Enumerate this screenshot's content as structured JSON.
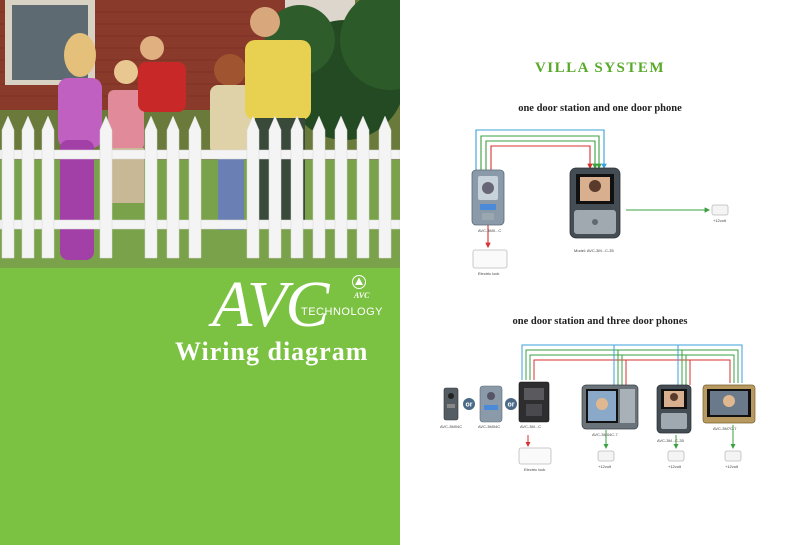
{
  "brand": {
    "logo_text": "AVC",
    "technology": "TECHNOLOGY",
    "mini": "AVC"
  },
  "cover_title": "Wiring diagram",
  "page_title": "VILLA  SYSTEM",
  "section1": {
    "title": "one door station and one door phone"
  },
  "section2": {
    "title": "one door station and three door phones"
  },
  "diagram1": {
    "door_station_label": "AVC-3M0...C",
    "monitor_label": "Model: AVC-3M...C-35",
    "lock_label": "Electric lock",
    "output_label": "+12volt"
  },
  "diagram2": {
    "or_label": "or",
    "station_a_label": "AVC-3M04C",
    "station_b_label": "AVC-3M04C",
    "station_c_label": "AVC-3M...C",
    "monitor_a_label": "AVC-3M04C-7",
    "monitor_b_label": "AVC-3M...C-35",
    "monitor_c_label": "AVC-3M7C-7",
    "lock_label": "Electric lock",
    "output_a_label": "+12volt",
    "output_b_label": "+12volt",
    "output_c_label": "+12volt"
  },
  "colors": {
    "green_panel": "#7cc242",
    "title_green": "#5aaa2a",
    "wire_blue": "#3aa0d8",
    "wire_green": "#3aa040",
    "wire_red": "#d83030"
  }
}
